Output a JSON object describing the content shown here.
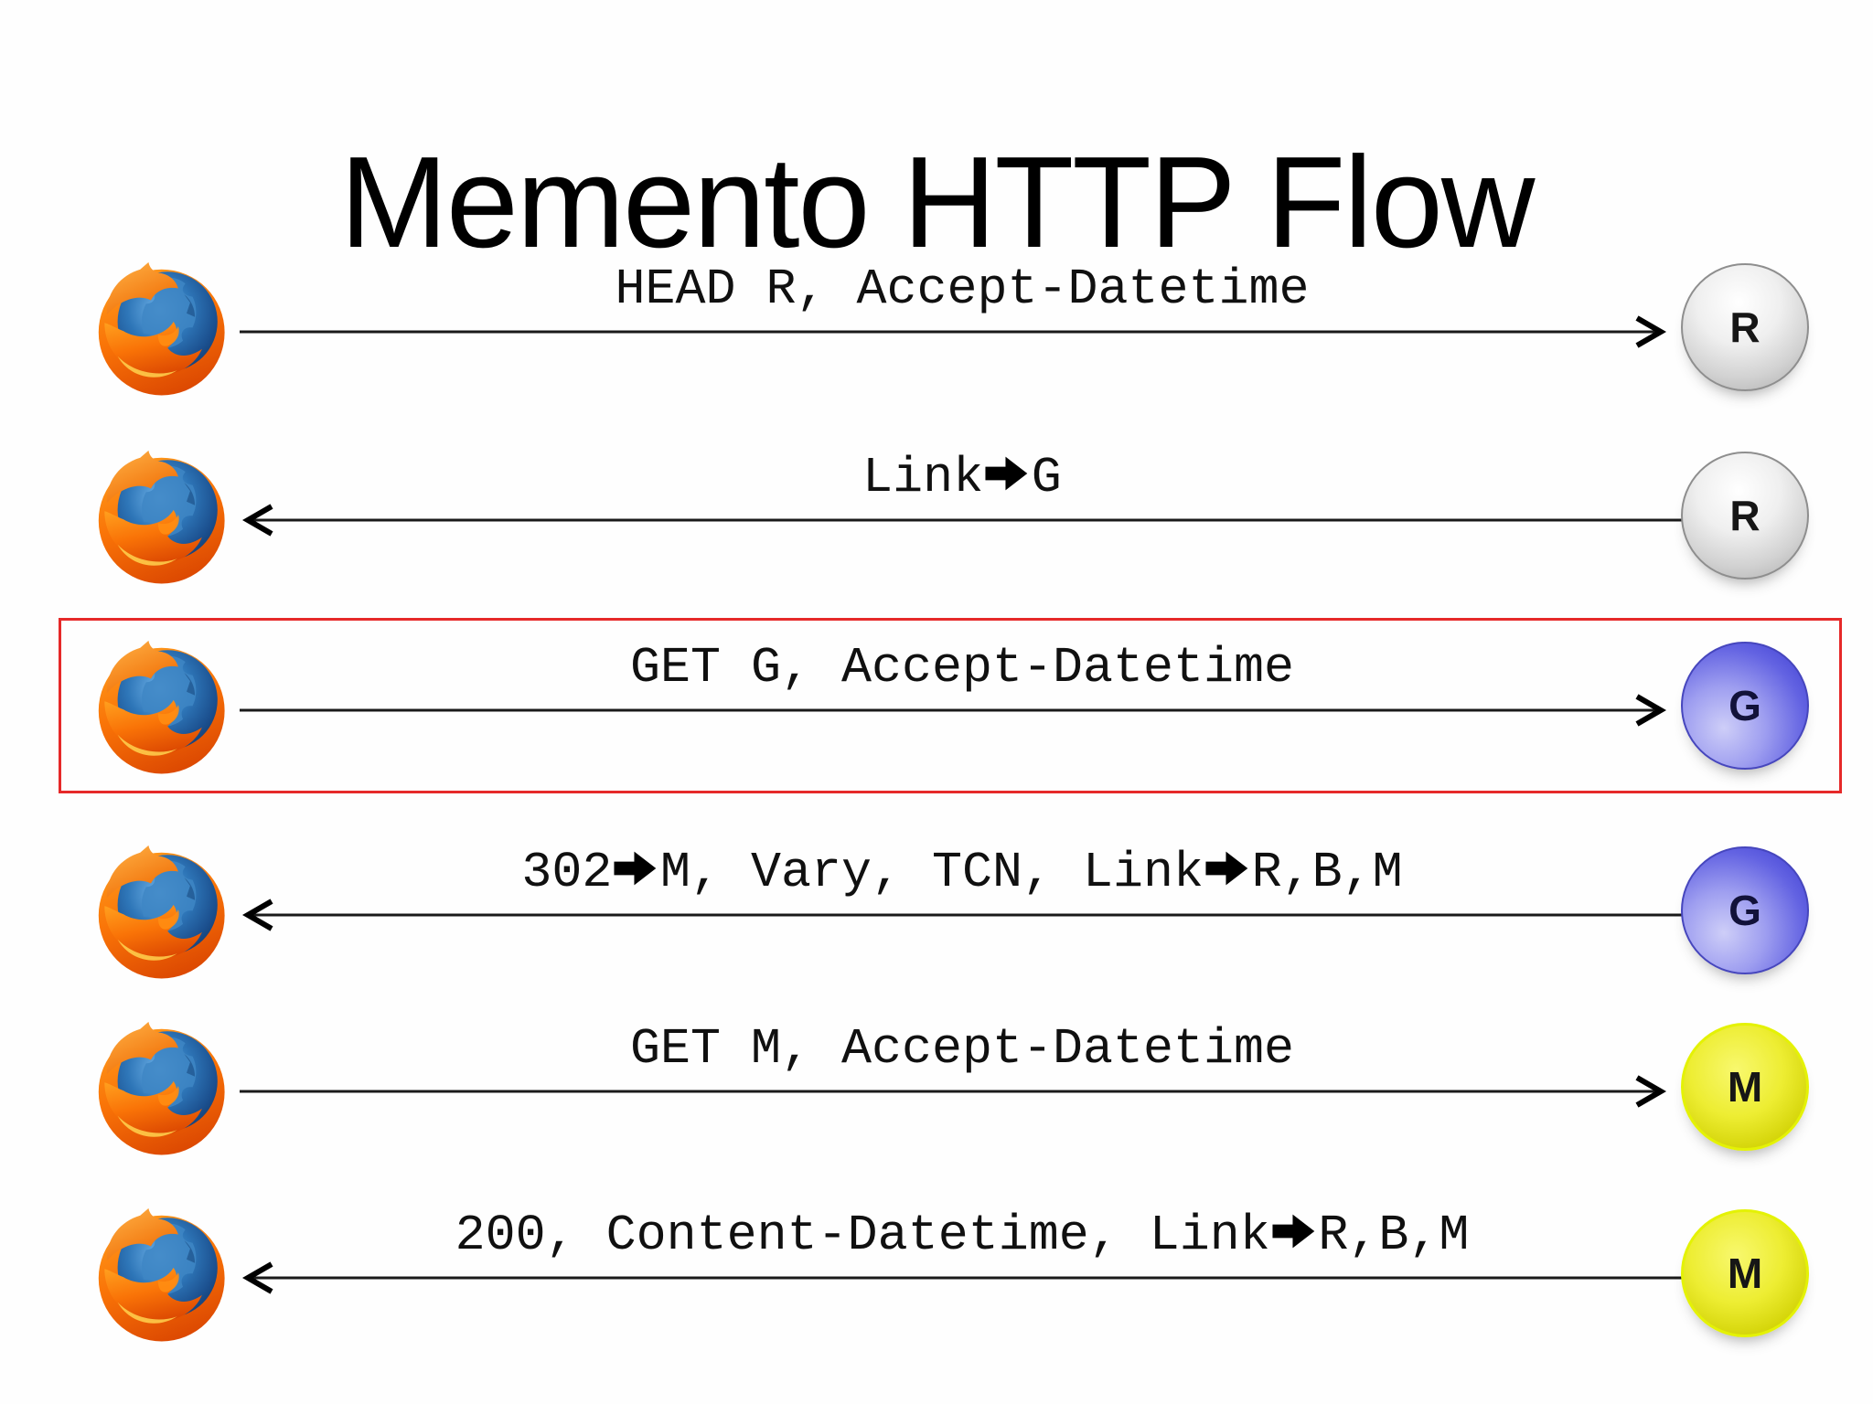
{
  "slide": {
    "title": "Memento HTTP Flow"
  },
  "steps": [
    {
      "message": "HEAD R, Accept-Datetime",
      "direction": "right",
      "from": "browser",
      "to": "node",
      "node_letter": "R",
      "node_color": "silver",
      "highlighted": false
    },
    {
      "message": "Link➡G",
      "direction": "left",
      "from": "node",
      "to": "browser",
      "node_letter": "R",
      "node_color": "silver",
      "highlighted": false
    },
    {
      "message": "GET G, Accept-Datetime",
      "direction": "right",
      "from": "browser",
      "to": "node",
      "node_letter": "G",
      "node_color": "blue",
      "highlighted": true
    },
    {
      "message": "302➡M, Vary, TCN, Link➡R,B,M",
      "direction": "left",
      "from": "node",
      "to": "browser",
      "node_letter": "G",
      "node_color": "blue",
      "highlighted": false
    },
    {
      "message": "GET M, Accept-Datetime",
      "direction": "right",
      "from": "browser",
      "to": "node",
      "node_letter": "M",
      "node_color": "yellow",
      "highlighted": false
    },
    {
      "message": "200, Content-Datetime, Link➡R,B,M",
      "direction": "left",
      "from": "node",
      "to": "browser",
      "node_letter": "M",
      "node_color": "yellow",
      "highlighted": false
    }
  ],
  "icons": {
    "client": "firefox-browser-icon",
    "arrow_token": "➡"
  },
  "colors": {
    "highlight_box": "#e62929",
    "line": "#1a1a1a",
    "node_silver": "#d6d6d6",
    "node_blue": "#6a6ae4",
    "node_yellow": "#e0e01a",
    "firefox_orange": "#f97307",
    "firefox_globe_blue": "#2e76b8"
  }
}
